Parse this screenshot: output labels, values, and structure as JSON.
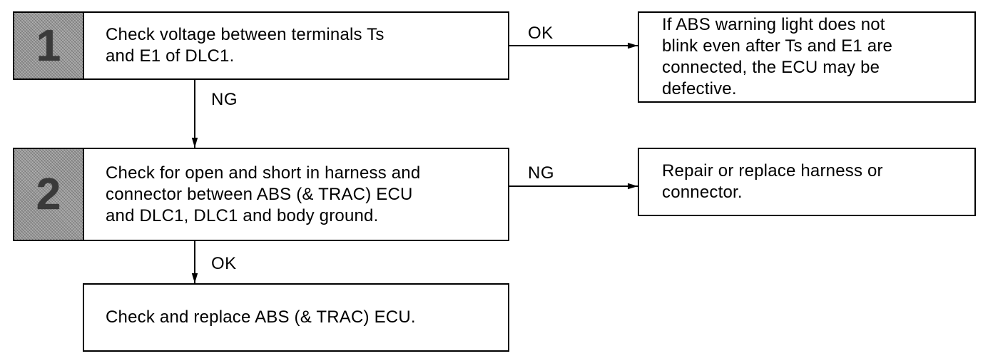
{
  "steps": [
    {
      "number": "1",
      "lines": [
        "Check voltage between terminals Ts",
        "and E1 of DLC1."
      ]
    },
    {
      "number": "2",
      "lines": [
        "Check for open and short in harness and",
        "connector between ABS (& TRAC) ECU",
        "and DLC1, DLC1 and body ground."
      ]
    }
  ],
  "results": {
    "step1_ok": [
      "If ABS warning light does not",
      "blink even after Ts and E1 are",
      "connected, the ECU may be",
      "defective."
    ],
    "step2_ng": [
      "Repair or replace harness or",
      "connector."
    ],
    "final": [
      "Check and replace ABS (& TRAC) ECU."
    ]
  },
  "labels": {
    "step1_right": "OK",
    "step1_down": "NG",
    "step2_right": "NG",
    "step2_down": "OK"
  }
}
